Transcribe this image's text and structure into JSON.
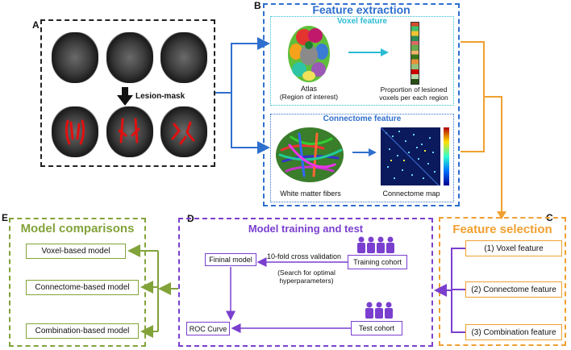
{
  "panels": {
    "A": {
      "letter": "A",
      "arrow_label": "Lesion-mask"
    },
    "B": {
      "letter": "B",
      "title": "Feature extraction",
      "voxel": {
        "title": "Voxel feature",
        "atlas_label": "Atlas",
        "atlas_sublabel": "(Region of interest)",
        "proportion_label_1": "Proportion of lesioned",
        "proportion_label_2": "voxels per each region"
      },
      "connectome": {
        "title": "Connectome feature",
        "fibers_label": "White matter fibers",
        "map_label": "Connectome map"
      }
    },
    "C": {
      "letter": "C",
      "title": "Feature selection",
      "items": [
        "(1) Voxel feature",
        "(2) Connectome feature",
        "(3) Combination feature"
      ]
    },
    "D": {
      "letter": "D",
      "title": "Model training and test",
      "final_model": "Fininal model",
      "cv_label": "10-fold cross validation",
      "search_label_1": "(Search for optimal",
      "search_label_2": "hyperparameters)",
      "training_cohort": "Training cohort",
      "roc": "ROC Curve",
      "test_cohort": "Test cohort"
    },
    "E": {
      "letter": "E",
      "title": "Model comparisons",
      "items": [
        "Voxel-based model",
        "Connectome-based model",
        "Combination-based model"
      ]
    }
  },
  "colors": {
    "panel_a_border": "#222222",
    "feature_extraction": "#2f6fce",
    "voxel_title": "#2bbcd2",
    "connectome_title": "#2f6fce",
    "feature_selection": "#f0a030",
    "model_training": "#7a3fcf",
    "model_comparisons": "#82a33a",
    "lesion": "#e01010"
  }
}
